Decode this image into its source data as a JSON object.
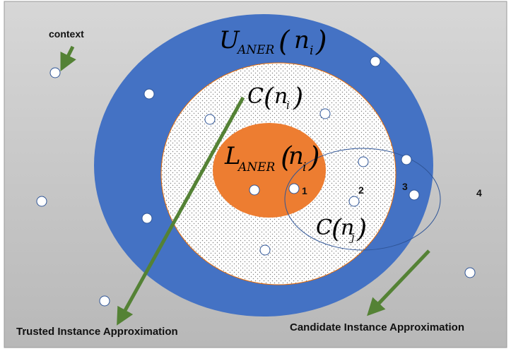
{
  "colors": {
    "upper_ring": "#4472c4",
    "lower_core": "#ed7d31",
    "candidate_region": "#ffffff",
    "candidate_dots": "#7f7f7f",
    "arrow": "#548235",
    "ellipse_stroke": "#2f5597",
    "background_top": "#d7d7d7",
    "background_bottom": "#b8b8b8",
    "point_fill": "#ffffff",
    "point_stroke": "#2f5597"
  },
  "labels": {
    "upper": {
      "sym": "U",
      "sub": "ANER",
      "arg": "n",
      "arg_sub": "i"
    },
    "candidate_i": {
      "sym": "C",
      "arg": "n",
      "arg_sub": "i"
    },
    "lower": {
      "sym": "L",
      "sub": "ANER",
      "arg": "n",
      "arg_sub": "i"
    },
    "candidate_j": {
      "sym": "C",
      "arg": "n",
      "arg_sub": "j"
    },
    "context": "context",
    "trusted": "Trusted Instance Approximation",
    "candidate_approx": "Candidate Instance Approximation",
    "numbers": [
      "1",
      "2",
      "3",
      "4"
    ]
  }
}
